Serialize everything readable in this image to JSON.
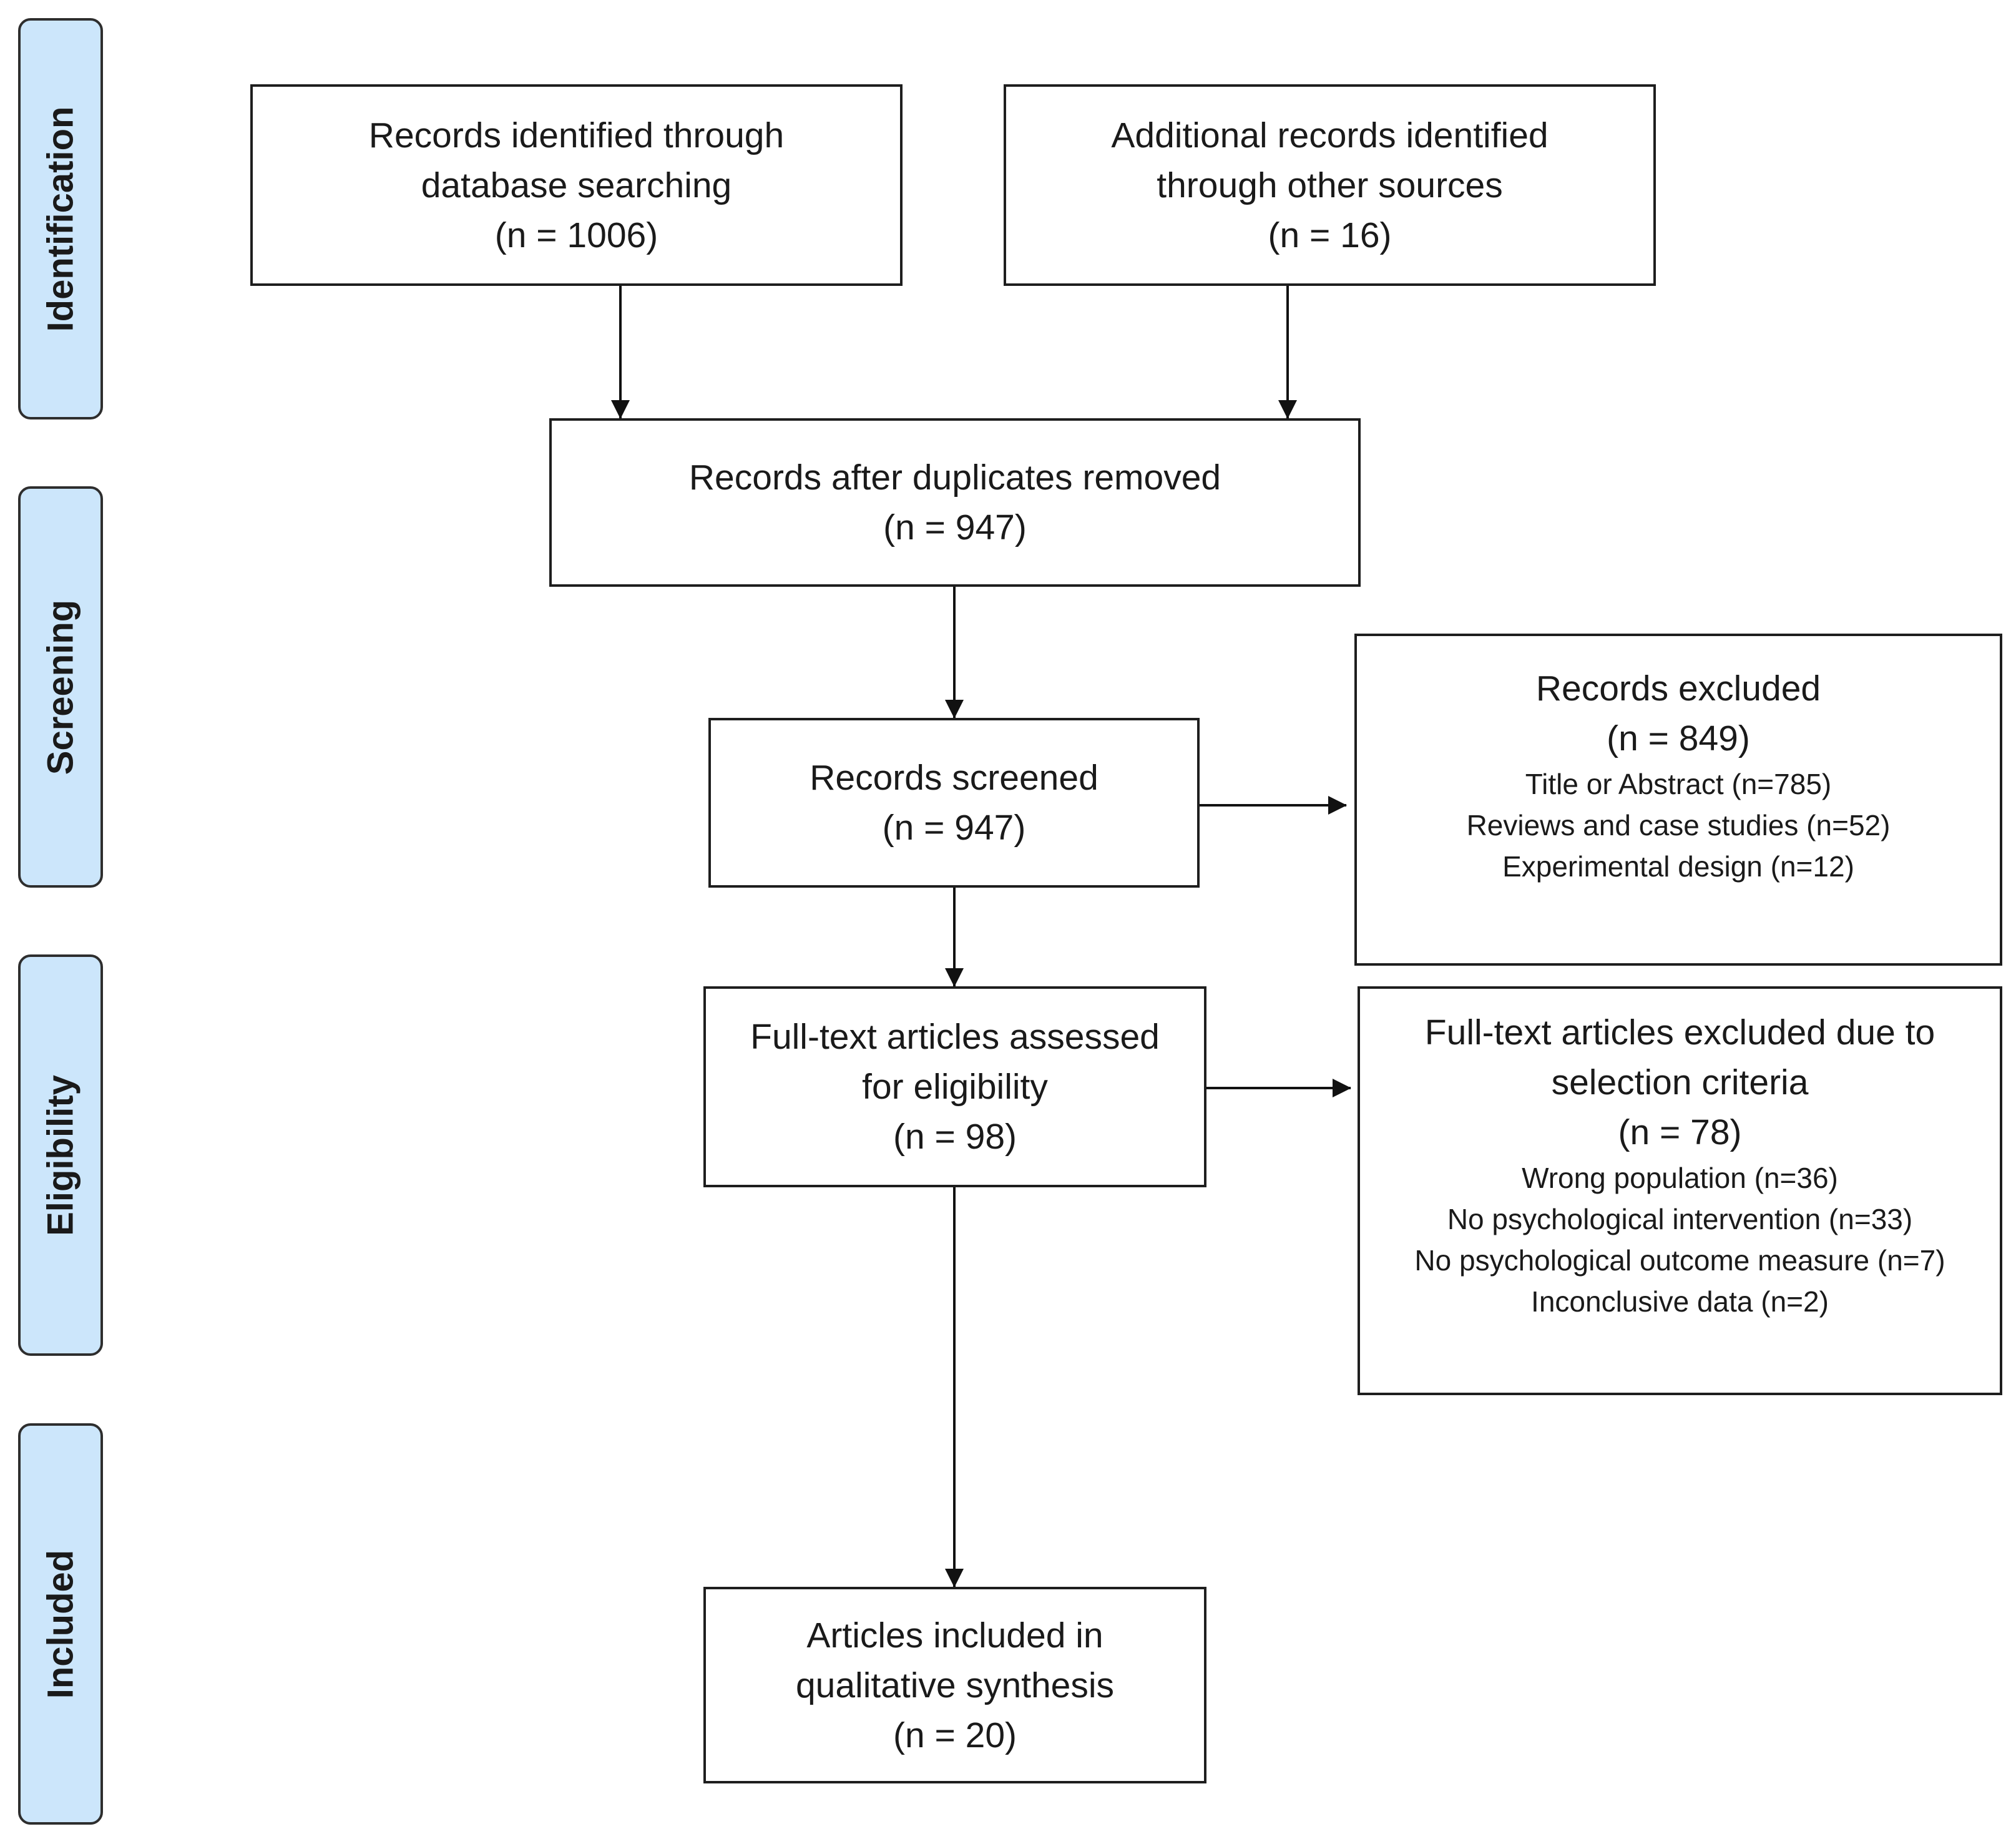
{
  "phases": {
    "identification": "Identification",
    "screening": "Screening",
    "eligibility": "Eligibility",
    "included": "Included"
  },
  "boxes": {
    "database": {
      "lines": [
        "Records identified through",
        "database searching",
        "(n = 1006)"
      ]
    },
    "other_sources": {
      "lines": [
        "Additional records identified",
        "through other sources",
        "(n = 16)"
      ]
    },
    "duplicates_removed": {
      "lines": [
        "Records after duplicates removed",
        "(n = 947)"
      ]
    },
    "screened": {
      "lines": [
        "Records screened",
        "(n = 947)"
      ]
    },
    "excluded": {
      "lines": [
        "Records excluded",
        "(n = 849)"
      ],
      "details": [
        "Title or Abstract (n=785)",
        "Reviews and case studies (n=52)",
        "Experimental design (n=12)"
      ]
    },
    "fulltext_assessed": {
      "lines": [
        "Full-text articles assessed",
        "for eligibility",
        "(n = 98)"
      ]
    },
    "fulltext_excluded": {
      "lines": [
        "Full-text articles excluded due to",
        "selection criteria",
        "(n = 78)"
      ],
      "details": [
        "Wrong population (n=36)",
        "No psychological intervention (n=33)",
        "No psychological outcome measure (n=7)",
        "Inconclusive data (n=2)"
      ]
    },
    "included": {
      "lines": [
        "Articles included in",
        "qualitative synthesis",
        "(n = 20)"
      ]
    }
  }
}
